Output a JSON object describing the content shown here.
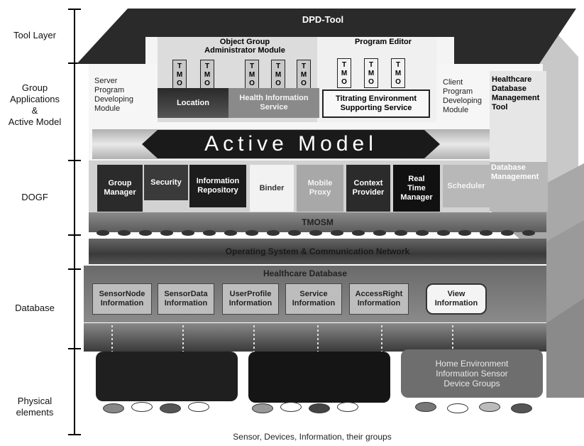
{
  "layers": {
    "tool": "Tool Layer",
    "group": [
      "Group",
      "Applications",
      "&",
      "Active Model"
    ],
    "dogf": "DOGF",
    "database": "Database",
    "physical": [
      "Physical",
      "elements"
    ]
  },
  "tool_layer": {
    "title": "DPD-Tool"
  },
  "apps": {
    "server": [
      "Server",
      "Program",
      "Developing",
      "Module"
    ],
    "ogam": [
      "Object Group",
      "Administrator Module"
    ],
    "program_editor": "Program Editor",
    "tmo_letters": [
      "T",
      "M",
      "O"
    ],
    "location": "Location",
    "health_info": [
      "Health Information",
      "Service"
    ],
    "titrating": [
      "Titrating Environment",
      "Supporting Service"
    ],
    "client": [
      "Client",
      "Program",
      "Developing",
      "Module"
    ],
    "healthcare_tool": [
      "Healthcare",
      "Database",
      "Management",
      "Tool"
    ],
    "active_model": "Active Model"
  },
  "dogf": {
    "group_manager": [
      "Group",
      "Manager"
    ],
    "security": "Security",
    "info_repo": [
      "Information",
      "Repository"
    ],
    "binder": "Binder",
    "mobile_proxy": [
      "Mobile",
      "Proxy"
    ],
    "context_provider": [
      "Context",
      "Provider"
    ],
    "real_time": [
      "Real",
      "Time",
      "Manager"
    ],
    "scheduler": "Scheduler",
    "db_manager": [
      "Database",
      "Management"
    ],
    "tmosm": "TMOSM"
  },
  "os_network": "Operating System & Communication Network",
  "database": {
    "title": "Healthcare Database",
    "boxes": [
      [
        "SensorNode",
        "Information"
      ],
      [
        "SensorData",
        "Information"
      ],
      [
        "UserProfile",
        "Information"
      ],
      [
        "Service",
        "Information"
      ],
      [
        "AccessRight",
        "Information"
      ],
      [
        "View",
        "Information"
      ]
    ]
  },
  "physical": {
    "home_env": [
      "Home Environment",
      "Information Sensor",
      "Device Groups"
    ]
  },
  "caption": "Sensor, Devices, Information, their groups",
  "colors": {
    "dark": "#1f1f1f",
    "mid": "#6e6e6e",
    "light": "#d6d6d6"
  }
}
